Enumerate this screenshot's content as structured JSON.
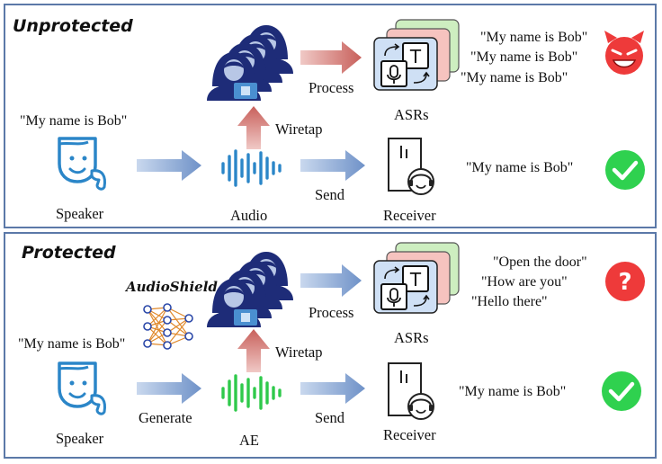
{
  "unprotected": {
    "title": "Unprotected",
    "speaker_quote": "\"My name is Bob\"",
    "speaker_label": "Speaker",
    "audio_label": "Audio",
    "receiver_label": "Receiver",
    "asrs_label": "ASRs",
    "process_label": "Process",
    "wiretap_label": "Wiretap",
    "send_label": "Send",
    "asr_outputs": [
      "\"My name is Bob\"",
      "\"My name is Bob\"",
      "\"My name is Bob\""
    ],
    "receiver_output": "\"My name is Bob\""
  },
  "protected": {
    "title": "Protected",
    "method_label": "AudioShield",
    "speaker_quote": "\"My name is Bob\"",
    "speaker_label": "Speaker",
    "generate_label": "Generate",
    "ae_label": "AE",
    "receiver_label": "Receiver",
    "asrs_label": "ASRs",
    "process_label": "Process",
    "wiretap_label": "Wiretap",
    "send_label": "Send",
    "asr_outputs": [
      "\"Open the door\"",
      "\"How are you\"",
      "\"Hello there\""
    ],
    "receiver_output": "\"My name is Bob\""
  },
  "icons": [
    "devil-emoji-icon",
    "checkmark-icon",
    "question-mark-icon",
    "neural-network-icon",
    "hacker-icon",
    "speaker-icon",
    "waveform-icon",
    "receiver-icon",
    "asr-icon"
  ],
  "colors": {
    "border": "#5b79a8",
    "arrow_blue": "#7f9fcf",
    "arrow_red": "#c8706c",
    "wave_blue": "#2b86c8",
    "wave_green": "#2fc94b",
    "check_green": "#2fd14f",
    "alert_red": "#ee3a3a",
    "hacker": "#1e2c78"
  }
}
